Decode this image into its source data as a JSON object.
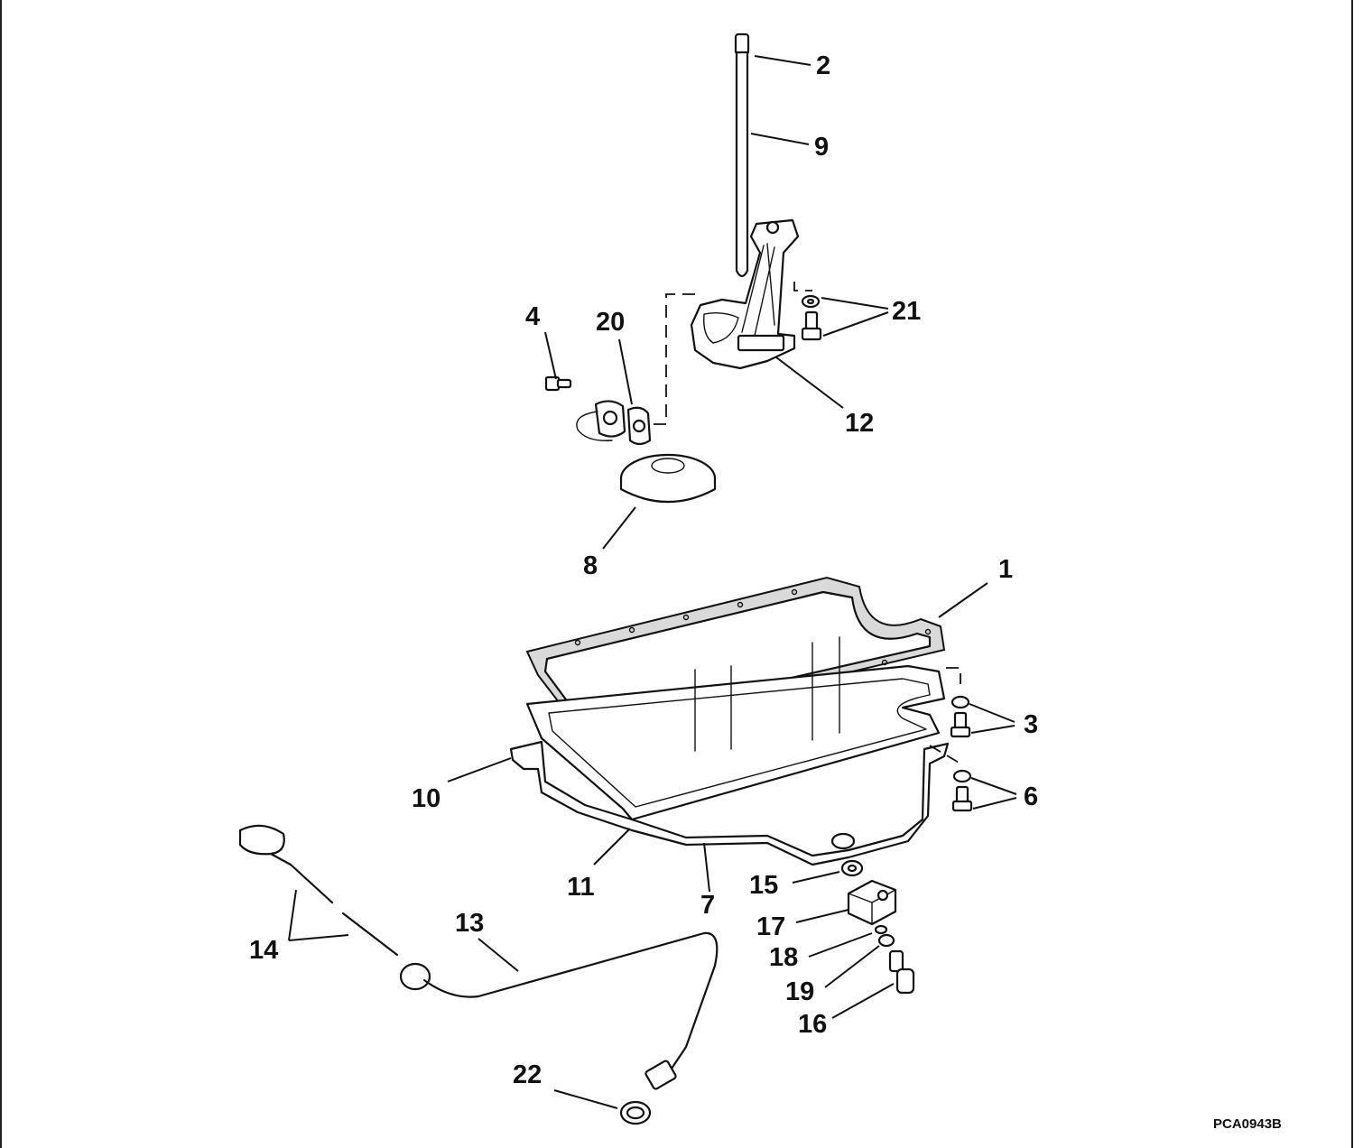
{
  "figure": {
    "id_label": "PCA0943B",
    "colors": {
      "ink": "#111111",
      "paper": "#ffffff",
      "gasket_fill": "#d9d9d9"
    }
  },
  "callouts": [
    {
      "key": "c1",
      "label": "1"
    },
    {
      "key": "c2",
      "label": "2"
    },
    {
      "key": "c3",
      "label": "3"
    },
    {
      "key": "c4",
      "label": "4"
    },
    {
      "key": "c6",
      "label": "6"
    },
    {
      "key": "c7",
      "label": "7"
    },
    {
      "key": "c8",
      "label": "8"
    },
    {
      "key": "c9",
      "label": "9"
    },
    {
      "key": "c10",
      "label": "10"
    },
    {
      "key": "c11",
      "label": "11"
    },
    {
      "key": "c12",
      "label": "12"
    },
    {
      "key": "c13",
      "label": "13"
    },
    {
      "key": "c14",
      "label": "14"
    },
    {
      "key": "c15",
      "label": "15"
    },
    {
      "key": "c16",
      "label": "16"
    },
    {
      "key": "c17",
      "label": "17"
    },
    {
      "key": "c18",
      "label": "18"
    },
    {
      "key": "c19",
      "label": "19"
    },
    {
      "key": "c20",
      "label": "20"
    },
    {
      "key": "c21",
      "label": "21"
    },
    {
      "key": "c22",
      "label": "22"
    }
  ]
}
